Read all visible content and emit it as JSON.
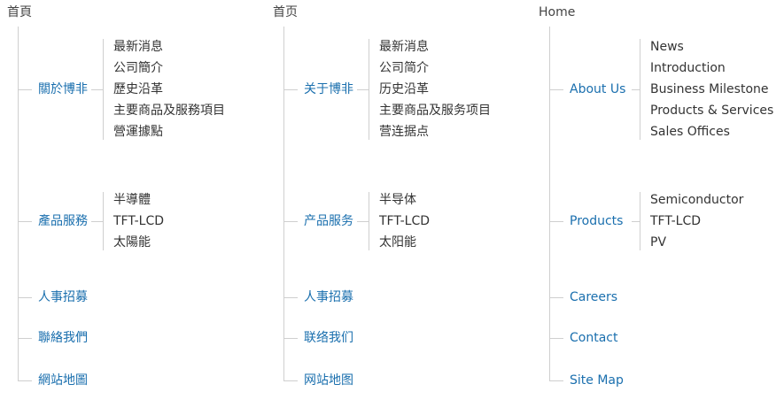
{
  "columns": [
    {
      "home": "首頁",
      "sections": [
        {
          "label": "關於博非",
          "items": [
            "最新消息",
            "公司簡介",
            "歷史沿革",
            "主要商品及服務項目",
            "營運據點"
          ]
        },
        {
          "label": "產品服務",
          "items": [
            "半導體",
            "TFT-LCD",
            "太陽能"
          ]
        },
        {
          "label": "人事招募",
          "items": []
        },
        {
          "label": "聯絡我們",
          "items": []
        },
        {
          "label": "網站地圖",
          "items": []
        }
      ]
    },
    {
      "home": "首页",
      "sections": [
        {
          "label": "关于博非",
          "items": [
            "最新消息",
            "公司简介",
            "历史沿革",
            "主要商品及服务项目",
            "营连据点"
          ]
        },
        {
          "label": "产品服务",
          "items": [
            "半导体",
            "TFT-LCD",
            "太阳能"
          ]
        },
        {
          "label": "人事招募",
          "items": []
        },
        {
          "label": "联络我们",
          "items": []
        },
        {
          "label": "网站地图",
          "items": []
        }
      ]
    },
    {
      "home": "Home",
      "sections": [
        {
          "label": "About Us",
          "items": [
            "News",
            "Introduction",
            "Business Milestone",
            "Products & Services",
            "Sales Offices"
          ]
        },
        {
          "label": "Products",
          "items": [
            "Semiconductor",
            "TFT-LCD",
            "PV"
          ]
        },
        {
          "label": "Careers",
          "items": []
        },
        {
          "label": "Contact",
          "items": []
        },
        {
          "label": "Site Map",
          "items": []
        }
      ]
    }
  ],
  "colors": {
    "link": "#1a6fae",
    "text": "#333333",
    "line": "#cfcfcf"
  }
}
